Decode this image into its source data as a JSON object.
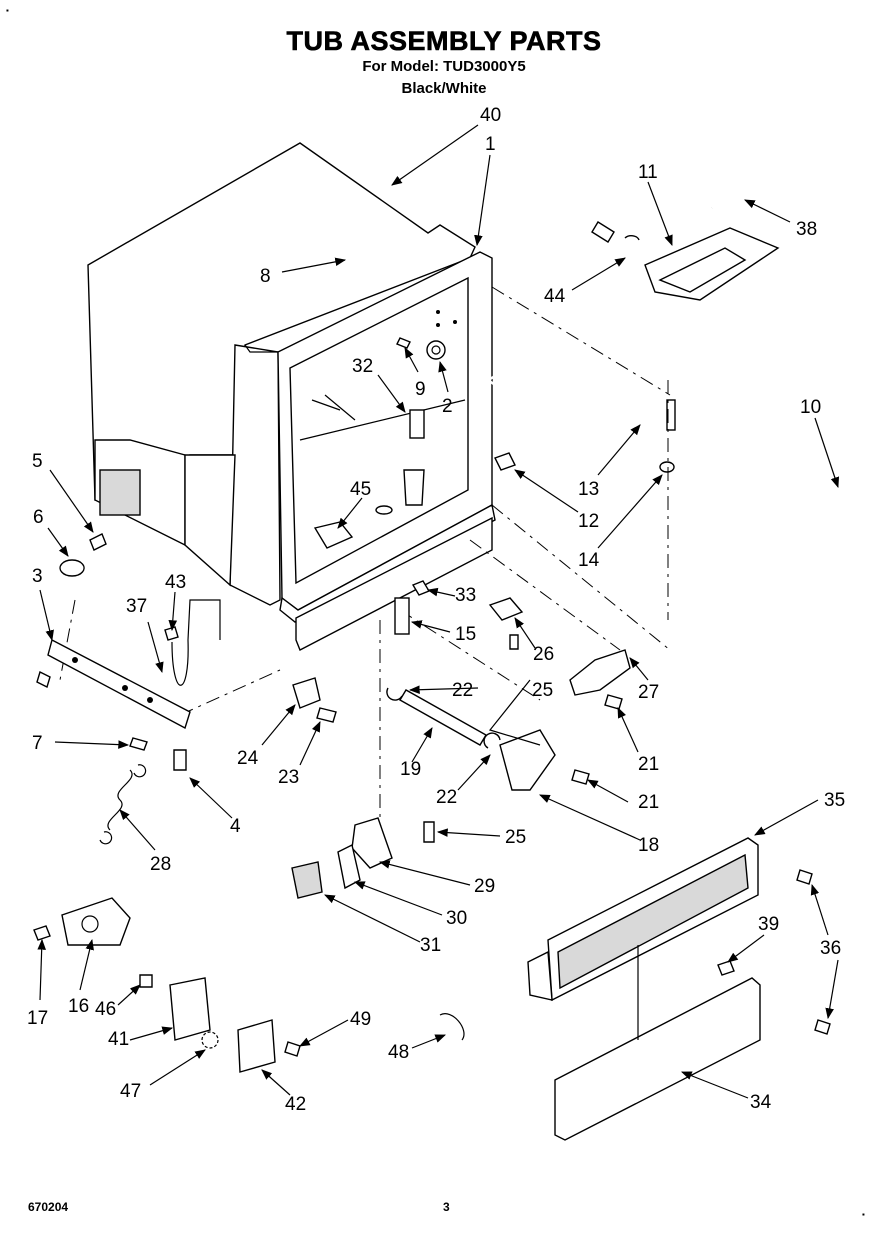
{
  "header": {
    "title": "TUB ASSEMBLY PARTS",
    "model_line": "For Model: TUD3000Y5",
    "color_line": "Black/White"
  },
  "footer": {
    "doc_number": "670204",
    "page_number": "3",
    "corner_mark_left": "▪",
    "corner_mark_right": "▪"
  },
  "callouts": [
    {
      "id": "c40",
      "label": "40"
    },
    {
      "id": "c1",
      "label": "1"
    },
    {
      "id": "c11",
      "label": "11"
    },
    {
      "id": "c38",
      "label": "38"
    },
    {
      "id": "c8",
      "label": "8"
    },
    {
      "id": "c44",
      "label": "44"
    },
    {
      "id": "c32",
      "label": "32"
    },
    {
      "id": "c9",
      "label": "9"
    },
    {
      "id": "c2",
      "label": "2"
    },
    {
      "id": "c10",
      "label": "10"
    },
    {
      "id": "c13",
      "label": "13"
    },
    {
      "id": "c5",
      "label": "5"
    },
    {
      "id": "c12",
      "label": "12"
    },
    {
      "id": "c6",
      "label": "6"
    },
    {
      "id": "c45",
      "label": "45"
    },
    {
      "id": "c14",
      "label": "14"
    },
    {
      "id": "c3",
      "label": "3"
    },
    {
      "id": "c43",
      "label": "43"
    },
    {
      "id": "c33",
      "label": "33"
    },
    {
      "id": "c37",
      "label": "37"
    },
    {
      "id": "c15",
      "label": "15"
    },
    {
      "id": "c26",
      "label": "26"
    },
    {
      "id": "c22a",
      "label": "22"
    },
    {
      "id": "c25a",
      "label": "25"
    },
    {
      "id": "c27",
      "label": "27"
    },
    {
      "id": "c7",
      "label": "7"
    },
    {
      "id": "c24",
      "label": "24"
    },
    {
      "id": "c23",
      "label": "23"
    },
    {
      "id": "c19",
      "label": "19"
    },
    {
      "id": "c21a",
      "label": "21"
    },
    {
      "id": "c22b",
      "label": "22"
    },
    {
      "id": "c21b",
      "label": "21"
    },
    {
      "id": "c4",
      "label": "4"
    },
    {
      "id": "c35",
      "label": "35"
    },
    {
      "id": "c25b",
      "label": "25"
    },
    {
      "id": "c18",
      "label": "18"
    },
    {
      "id": "c28",
      "label": "28"
    },
    {
      "id": "c29",
      "label": "29"
    },
    {
      "id": "c30",
      "label": "30"
    },
    {
      "id": "c31",
      "label": "31"
    },
    {
      "id": "c39",
      "label": "39"
    },
    {
      "id": "c36",
      "label": "36"
    },
    {
      "id": "c17",
      "label": "17"
    },
    {
      "id": "c16",
      "label": "16"
    },
    {
      "id": "c46",
      "label": "46"
    },
    {
      "id": "c49",
      "label": "49"
    },
    {
      "id": "c48",
      "label": "48"
    },
    {
      "id": "c41",
      "label": "41"
    },
    {
      "id": "c47",
      "label": "47"
    },
    {
      "id": "c42",
      "label": "42"
    },
    {
      "id": "c34",
      "label": "34"
    }
  ]
}
